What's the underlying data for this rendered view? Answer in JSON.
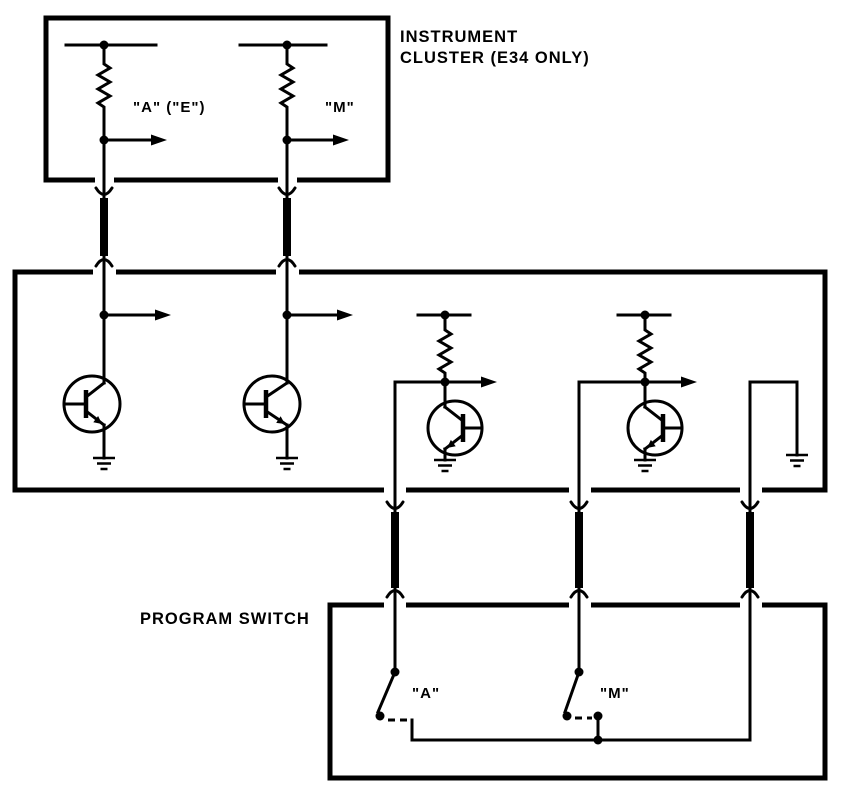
{
  "instrument_cluster": {
    "title_line1": "INSTRUMENT",
    "title_line2": "CLUSTER (E34 ONLY)",
    "label_a": "\"A\" (\"E\")",
    "label_m": "\"M\""
  },
  "program_switch": {
    "title": "PROGRAM SWITCH",
    "label_a": "\"A\"",
    "label_m": "\"M\""
  }
}
